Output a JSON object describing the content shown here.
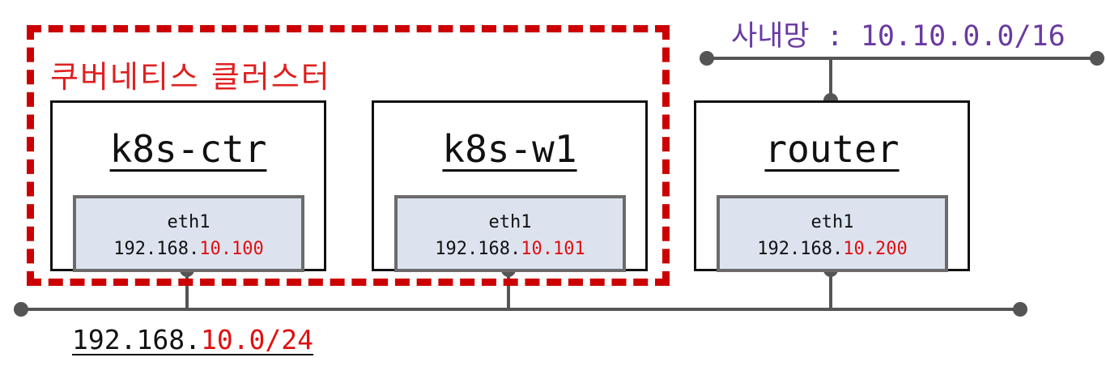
{
  "cluster": {
    "label": "쿠버네티스 클러스터"
  },
  "intranet": {
    "label": "사내망 : 10.10.0.0/16"
  },
  "subnet": {
    "prefix": "192.168.",
    "suffix": "10.0/24"
  },
  "nodes": [
    {
      "name": "k8s-ctr",
      "iface": "eth1",
      "ip_prefix": "192.168.",
      "ip_suffix": "10.100"
    },
    {
      "name": "k8s-w1",
      "iface": "eth1",
      "ip_prefix": "192.168.",
      "ip_suffix": "10.101"
    },
    {
      "name": "router",
      "iface": "eth1",
      "ip_prefix": "192.168.",
      "ip_suffix": "10.200"
    }
  ],
  "colors": {
    "cluster_border": "#cc0000",
    "ip_highlight": "#e01010",
    "intranet_label": "#6a3aa2",
    "iface_fill": "#dce3ef",
    "line": "#555555"
  }
}
